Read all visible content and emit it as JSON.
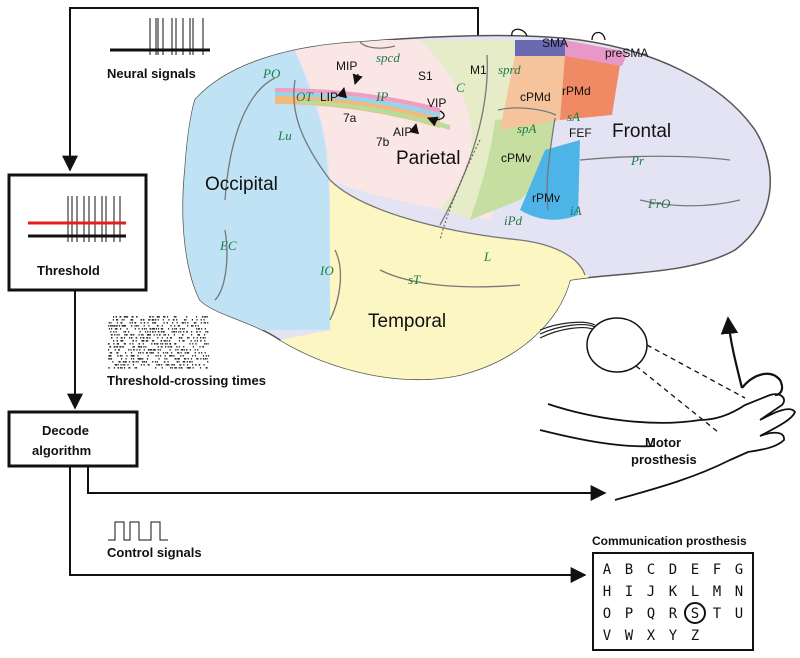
{
  "pipeline": {
    "neural_signals": "Neural signals",
    "threshold": "Threshold",
    "threshold_crossing_times": "Threshold-crossing times",
    "decode_line1": "Decode",
    "decode_line2": "algorithm",
    "control_signals": "Control signals"
  },
  "brain": {
    "lobes": {
      "occipital": "Occipital",
      "parietal": "Parietal",
      "temporal": "Temporal",
      "frontal": "Frontal"
    },
    "areas": {
      "m1": "M1",
      "s1": "S1",
      "sma": "SMA",
      "presma": "preSMA",
      "mip": "MIP",
      "lip": "LIP",
      "vip": "VIP",
      "aip": "AIP",
      "a7a": "7a",
      "a7b": "7b",
      "cpmd": "cPMd",
      "rpmd": "rPMd",
      "cpmv": "cPMv",
      "rpmv": "rPMv",
      "fef": "FEF"
    },
    "sulci": {
      "po": "PO",
      "spcd": "spcd",
      "ot": "OT",
      "ip": "IP",
      "c": "C",
      "sprd": "sprd",
      "sa": "sA",
      "spa": "spA",
      "lu": "Lu",
      "pr": "Pr",
      "fro": "FrO",
      "ia": "iA",
      "ipd": "iPd",
      "l": "L",
      "ec": "EC",
      "io": "IO",
      "st": "sT"
    },
    "colors": {
      "occipital": "#bfe3f5",
      "parietal": "#fbe6e6",
      "temporal": "#fbf6c2",
      "frontal": "#e4e3f3",
      "m1": "#e6ecc8",
      "spa_area": "#c6dea0",
      "cpmd": "#f6c49c",
      "rpmd": "#ef8a64",
      "rpmv": "#4cb4e6",
      "sma": "#6a6ab2",
      "presma": "#e898c8"
    }
  },
  "motor": {
    "label_line1": "Motor",
    "label_line2": "prosthesis"
  },
  "communication": {
    "title": "Communication prosthesis",
    "rows": [
      [
        "A",
        "B",
        "C",
        "D",
        "E",
        "F",
        "G"
      ],
      [
        "H",
        "I",
        "J",
        "K",
        "L",
        "M",
        "N"
      ],
      [
        "O",
        "P",
        "Q",
        "R",
        "S",
        "T",
        "U"
      ],
      [
        "V",
        "W",
        "X",
        "Y",
        "Z"
      ]
    ],
    "selected": "S"
  }
}
